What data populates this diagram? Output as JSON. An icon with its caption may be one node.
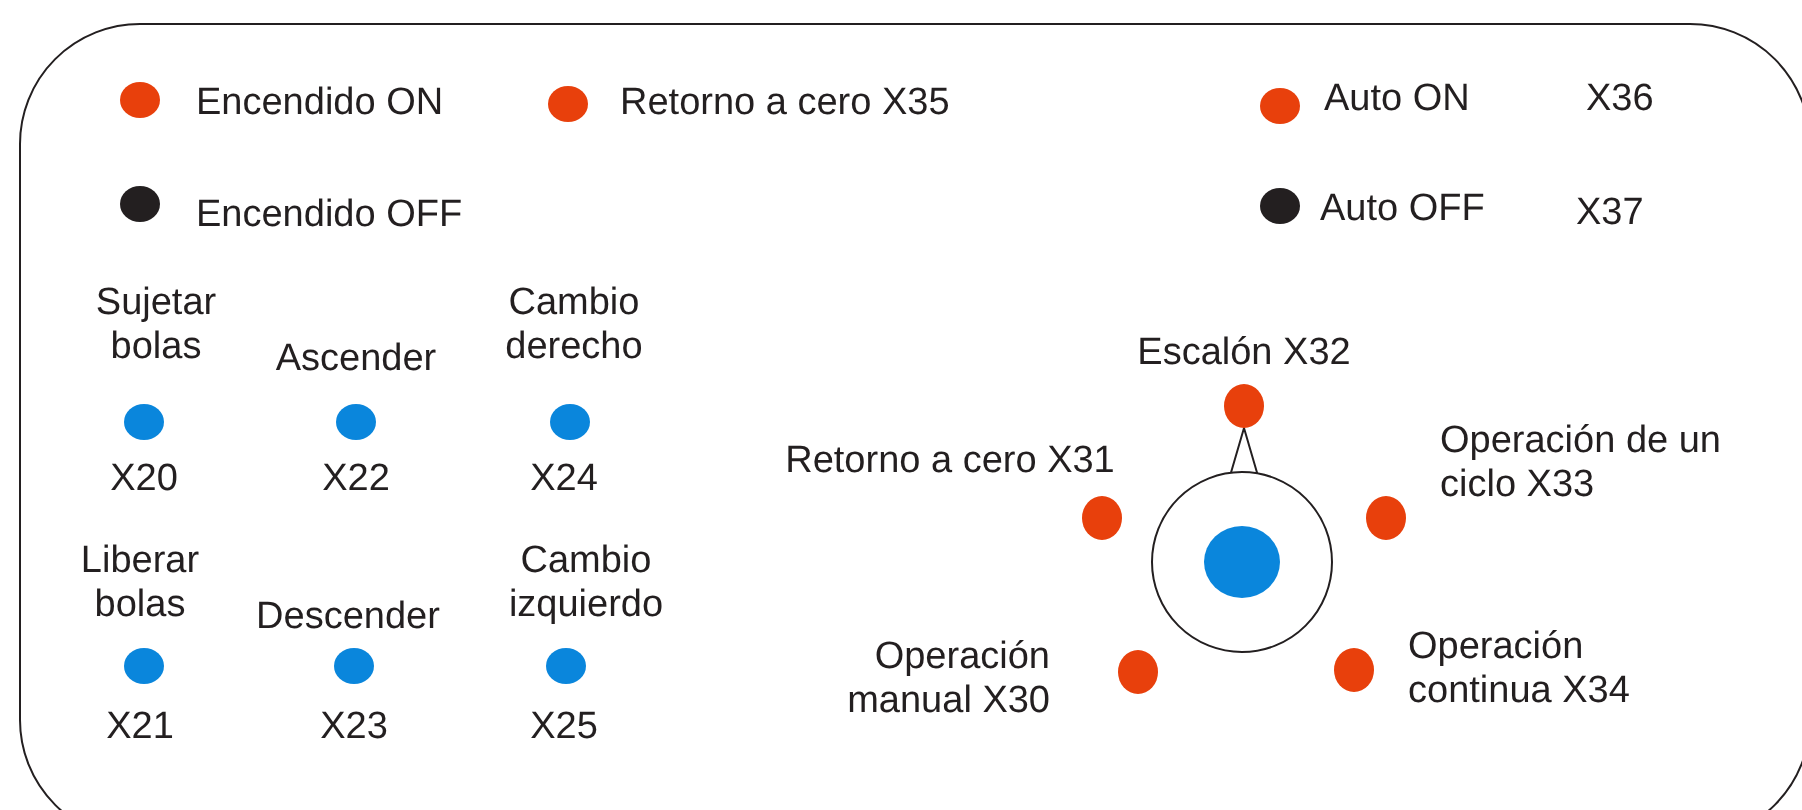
{
  "diagram": {
    "labels": [
      "Encendido ON",
      "Retorno a cero X35",
      "Auto ON",
      "X36",
      "Encendido OFF",
      "Auto OFF",
      "X37",
      "Sujetar bolas",
      "Ascender",
      "Cambio derecho",
      "Escalón X32",
      "X20",
      "X22",
      "X24",
      "Retorno a cero X31",
      "Operación de un ciclo X33",
      "Liberar bolas",
      "Descender",
      "Cambio izquierdo",
      "Operación manual X30",
      "Operación continua X34",
      "X21",
      "X23",
      "X25"
    ]
  }
}
